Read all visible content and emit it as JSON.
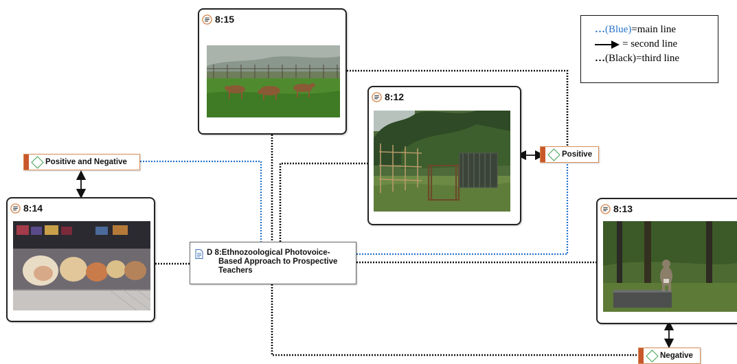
{
  "document": {
    "id": "D 8",
    "title_line1": "D 8:Ethnozoological Photovoice-",
    "title_line2": "Based Approach to Prospective",
    "title_line3": "Teachers"
  },
  "quotations": [
    {
      "id": "8:15",
      "subject": "deer-grazing-photo"
    },
    {
      "id": "8:12",
      "subject": "enclosure-photo"
    },
    {
      "id": "8:14",
      "subject": "shell-display-photo"
    },
    {
      "id": "8:13",
      "subject": "macaque-photo"
    }
  ],
  "codes": {
    "positive_and_negative": "Positive and Negative",
    "positive": "Positive",
    "negative": "Negative"
  },
  "legend": {
    "blue_dots": "…",
    "blue_word": "(Blue)",
    "blue_rest": "=main line",
    "arrow_rest": " = second line",
    "black_dots": "…",
    "black_rest": "(Black)=third line"
  },
  "colors": {
    "main_line": "#2472c8",
    "third_line": "#111111",
    "code_bar": "#c8582a",
    "code_diamond": "#45a152"
  },
  "icons": [
    "document-lines-icon",
    "document-file-icon",
    "code-diamond-icon",
    "arrow-right-icon"
  ]
}
